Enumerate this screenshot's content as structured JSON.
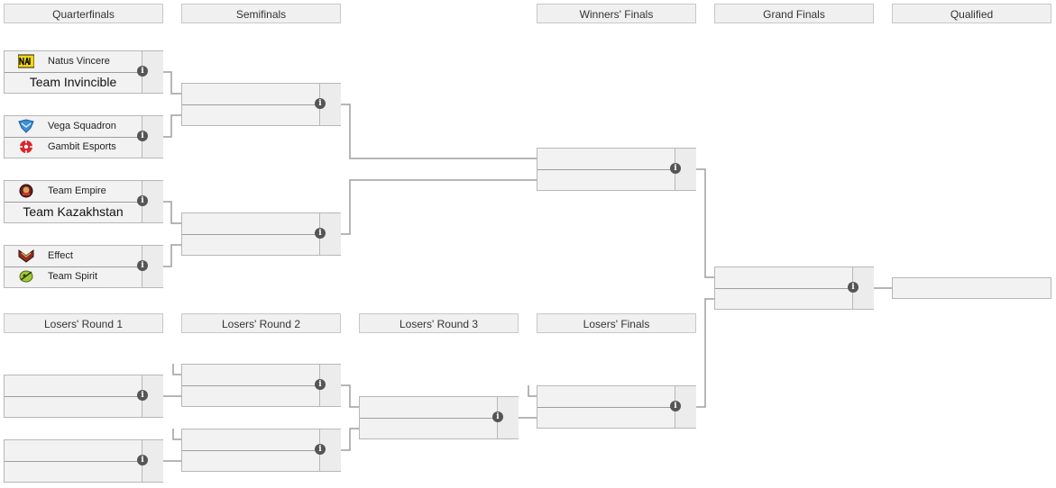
{
  "headers": {
    "quarterfinals": "Quarterfinals",
    "semifinals": "Semifinals",
    "winners_finals": "Winners' Finals",
    "grand_finals": "Grand Finals",
    "qualified": "Qualified",
    "losers_round_1": "Losers' Round 1",
    "losers_round_2": "Losers' Round 2",
    "losers_round_3": "Losers' Round 3",
    "losers_finals": "Losers' Finals"
  },
  "quarterfinals": [
    {
      "top": {
        "name": "Natus Vincere",
        "logo": "navi-logo"
      },
      "bottom": {
        "name": "Team Invincible",
        "logo": ""
      }
    },
    {
      "top": {
        "name": "Vega Squadron",
        "logo": "vega-logo"
      },
      "bottom": {
        "name": "Gambit Esports",
        "logo": "gambit-logo"
      }
    },
    {
      "top": {
        "name": "Team Empire",
        "logo": "empire-logo"
      },
      "bottom": {
        "name": "Team Kazakhstan",
        "logo": ""
      }
    },
    {
      "top": {
        "name": "Effect",
        "logo": "effect-logo"
      },
      "bottom": {
        "name": "Team Spirit",
        "logo": "spirit-logo"
      }
    }
  ],
  "info_glyph": "i",
  "colors": {
    "header_bg": "#f0f0f0",
    "match_bg": "#f2f2f2",
    "border": "#b7b7b7",
    "connector": "#9e9e9e",
    "info_icon": "#555555"
  }
}
